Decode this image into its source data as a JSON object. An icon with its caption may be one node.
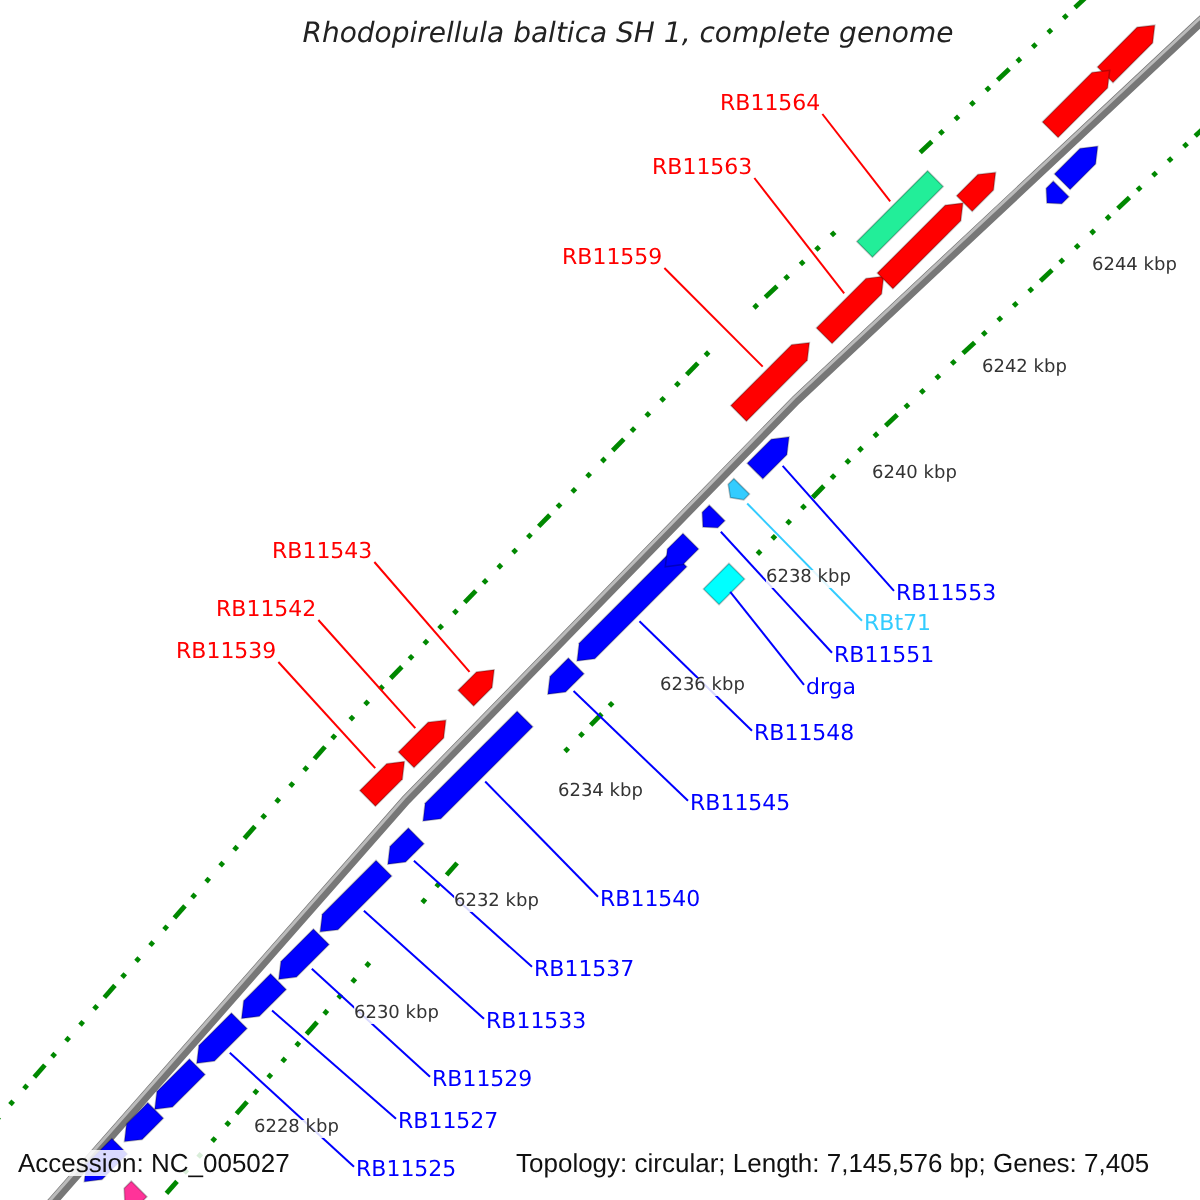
{
  "diagram": {
    "title": "Rhodopirellula baltica SH 1, complete genome",
    "nodes": [
      {
        "text": [
          "RB11564"
        ]
      },
      {
        "text": [
          "RB11563"
        ]
      },
      {
        "text": [
          "RB11559"
        ]
      },
      {
        "text": [
          "RB11543"
        ]
      },
      {
        "text": [
          "RB11553"
        ]
      },
      {
        "text": [
          "RB11542"
        ]
      },
      {
        "text": [
          "RBt71"
        ]
      },
      {
        "text": [
          "RB11551"
        ]
      },
      {
        "text": [
          "RB11539"
        ]
      },
      {
        "text": [
          "drga"
        ]
      },
      {
        "text": [
          "RB11548"
        ]
      },
      {
        "text": [
          "RB11545"
        ]
      },
      {
        "text": [
          "RB11540"
        ]
      },
      {
        "text": [
          "RB11537"
        ]
      },
      {
        "text": [
          "RB11533"
        ]
      },
      {
        "text": [
          "RB11529"
        ]
      },
      {
        "text": [
          "RB11527"
        ]
      },
      {
        "text": [
          "RB11525"
        ]
      },
      {
        "text": [],
        "shape": "box"
      },
      {
        "text": [],
        "shape": "arrow"
      },
      {
        "text": [],
        "shape": "arrow"
      },
      {
        "text": [],
        "shape": "arrow"
      },
      {
        "text": [],
        "shape": "arrow"
      },
      {
        "text": [],
        "shape": "arrow"
      },
      {
        "text": [],
        "shape": "arrow"
      },
      {
        "text": [],
        "shape": "arrow"
      },
      {
        "text": [],
        "shape": "arrow"
      },
      {
        "text": [],
        "shape": "box"
      },
      {
        "text": [],
        "shape": "arrow"
      },
      {
        "text": [],
        "shape": "arrow"
      },
      {
        "text": [],
        "shape": "arrow"
      },
      {
        "text": [],
        "shape": "arrow"
      },
      {
        "text": [],
        "shape": "arrow"
      },
      {
        "text": [],
        "shape": "arrow"
      },
      {
        "text": [],
        "shape": "arrow"
      },
      {
        "text": [],
        "shape": "arrow"
      },
      {
        "text": [],
        "shape": "arrow"
      },
      {
        "text": [],
        "shape": "arrow"
      },
      {
        "text": [],
        "shape": "arrow"
      },
      {
        "text": [],
        "shape": "arrow"
      },
      {
        "text": [],
        "shape": "arrow"
      },
      {
        "text": [],
        "shape": "arrow"
      },
      {
        "text": [],
        "shape": "arrow"
      },
      {
        "text": [],
        "shape": "arrow"
      },
      {
        "text": [],
        "shape": "arrow"
      },
      {
        "text": [],
        "shape": "arrow"
      },
      {
        "text": [],
        "shape": "arrow"
      }
    ],
    "edges": [
      {
        "from": 0,
        "to": 18,
        "arrow": "none",
        "color": "#ff0000"
      },
      {
        "from": 1,
        "to": 19,
        "arrow": "none",
        "color": "#ff0000"
      },
      {
        "from": 2,
        "to": 20,
        "arrow": "none",
        "color": "#ff0000"
      },
      {
        "from": 3,
        "to": 21,
        "arrow": "none",
        "color": "#ff0000"
      },
      {
        "from": 4,
        "to": 22,
        "arrow": "none"
      },
      {
        "from": 5,
        "to": 23,
        "arrow": "none",
        "color": "#ff0000"
      },
      {
        "from": 6,
        "to": 24,
        "arrow": "none",
        "color": "#33ccff"
      },
      {
        "from": 7,
        "to": 25,
        "arrow": "none"
      },
      {
        "from": 8,
        "to": 26,
        "arrow": "none",
        "color": "#ff0000"
      },
      {
        "from": 9,
        "to": 27,
        "arrow": "none"
      },
      {
        "from": 10,
        "to": 28,
        "arrow": "none"
      },
      {
        "from": 11,
        "to": 29,
        "arrow": "none"
      },
      {
        "from": 12,
        "to": 30,
        "arrow": "none"
      },
      {
        "from": 13,
        "to": 31,
        "arrow": "none"
      },
      {
        "from": 14,
        "to": 32,
        "arrow": "none"
      },
      {
        "from": 15,
        "to": 33,
        "arrow": "none"
      },
      {
        "from": 16,
        "to": 34,
        "arrow": "none"
      },
      {
        "from": 17,
        "to": 35,
        "arrow": "none"
      }
    ],
    "labels": [
      "6244 kbp",
      "6242 kbp",
      "6240 kbp",
      "6238 kbp",
      "6236 kbp",
      "6234 kbp",
      "6232 kbp",
      "6230 kbp",
      "6228 kbp",
      "Accession: NC_005027",
      "Topology: circular; Length: 7,145,576 bp; Genes: 7,405"
    ]
  }
}
